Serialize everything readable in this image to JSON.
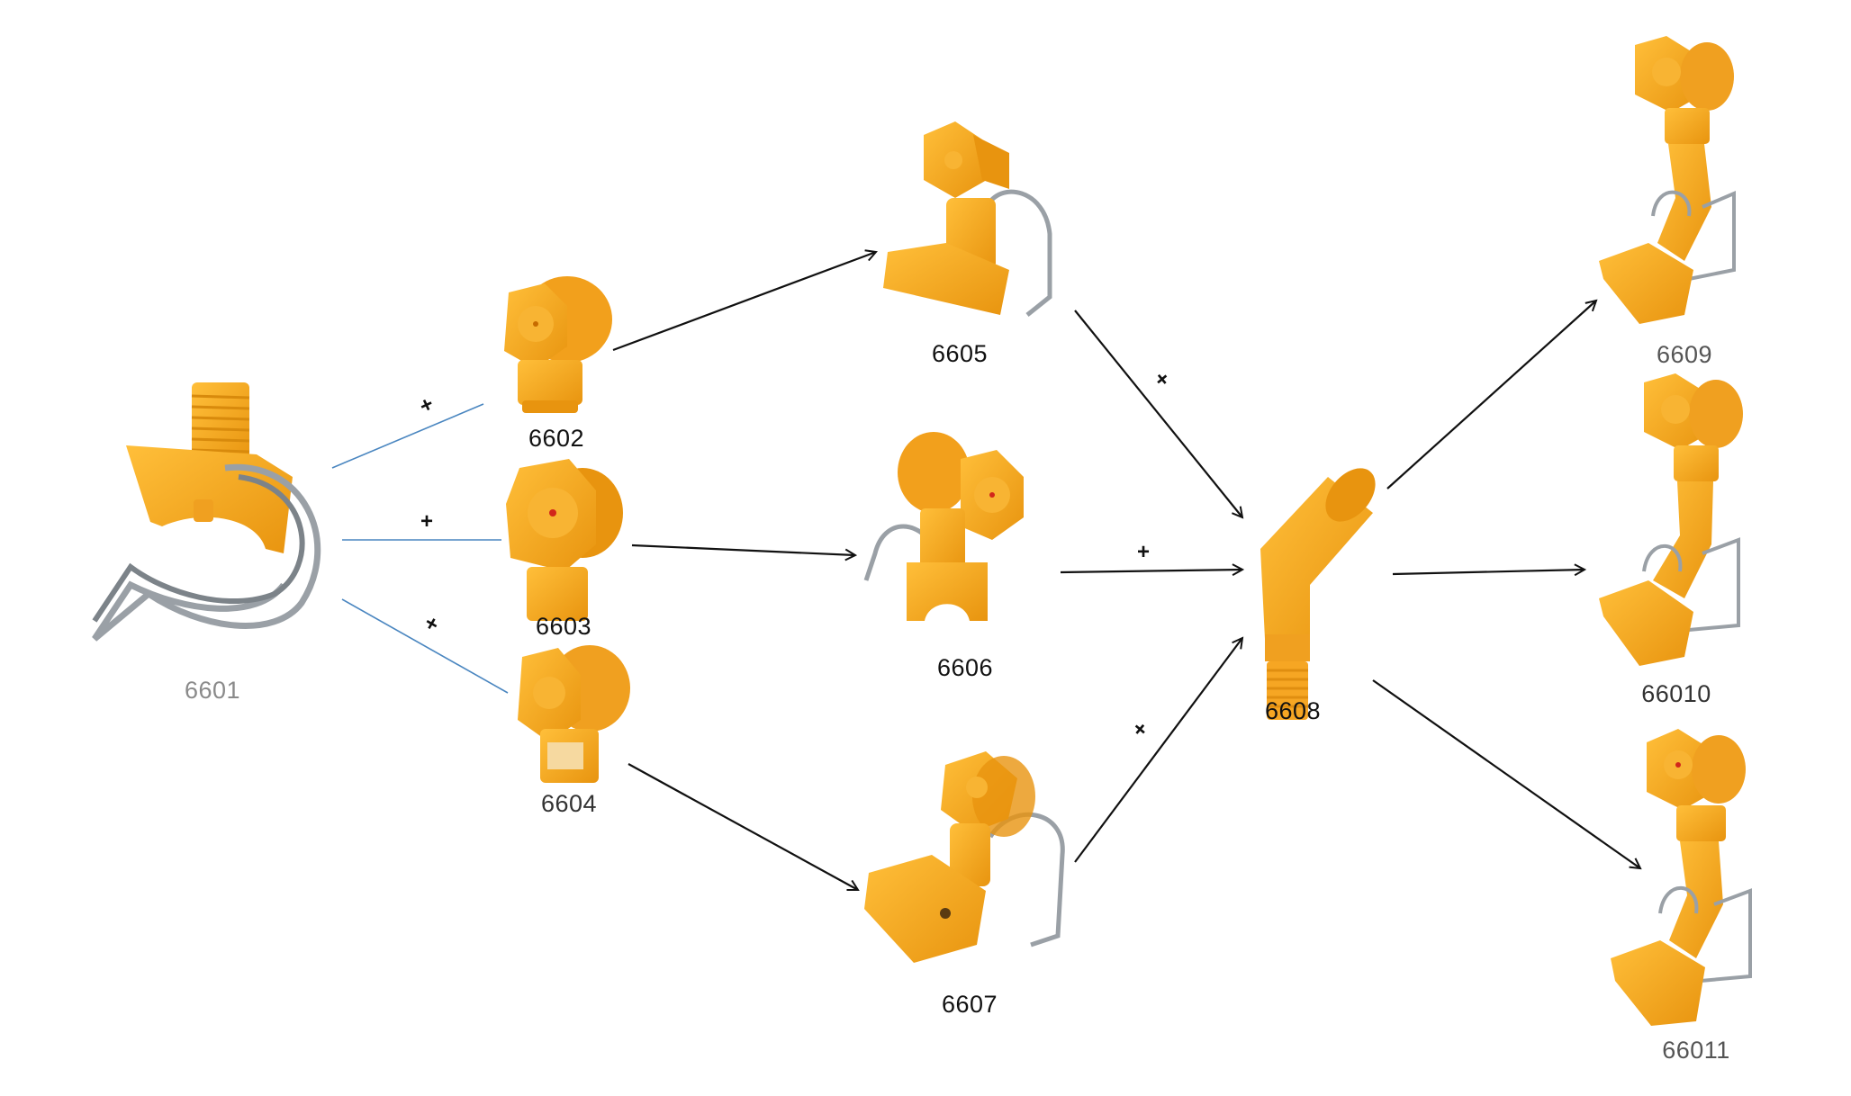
{
  "diagram": {
    "parts": [
      {
        "id": "6601",
        "label": "6601",
        "faded": true
      },
      {
        "id": "6602",
        "label": "6602",
        "faded": false
      },
      {
        "id": "6603",
        "label": "6603",
        "faded": false
      },
      {
        "id": "6604",
        "label": "6604",
        "faded": true
      },
      {
        "id": "6605",
        "label": "6605",
        "faded": false
      },
      {
        "id": "6606",
        "label": "6606",
        "faded": false
      },
      {
        "id": "6607",
        "label": "6607",
        "faded": false
      },
      {
        "id": "6608",
        "label": "6608",
        "faded": false
      },
      {
        "id": "6609",
        "label": "6609",
        "faded": true
      },
      {
        "id": "66010",
        "label": "66010",
        "faded": true
      },
      {
        "id": "66011",
        "label": "66011",
        "faded": true
      }
    ],
    "connections": [
      {
        "from": "6601",
        "to": "6602",
        "symbol": "+",
        "style": "blue-line"
      },
      {
        "from": "6601",
        "to": "6603",
        "symbol": "+",
        "style": "blue-line"
      },
      {
        "from": "6601",
        "to": "6604",
        "symbol": "+",
        "style": "blue-line"
      },
      {
        "from": "6602",
        "to": "6605",
        "symbol": "",
        "style": "arrow"
      },
      {
        "from": "6603",
        "to": "6606",
        "symbol": "",
        "style": "arrow"
      },
      {
        "from": "6604",
        "to": "6607",
        "symbol": "",
        "style": "arrow"
      },
      {
        "from": "6605",
        "to": "6608",
        "symbol": "+",
        "style": "arrow"
      },
      {
        "from": "6606",
        "to": "6608",
        "symbol": "+",
        "style": "arrow"
      },
      {
        "from": "6607",
        "to": "6608",
        "symbol": "+",
        "style": "arrow"
      },
      {
        "from": "6608",
        "to": "6609",
        "symbol": "",
        "style": "arrow"
      },
      {
        "from": "6608",
        "to": "66010",
        "symbol": "",
        "style": "arrow"
      },
      {
        "from": "6608",
        "to": "66011",
        "symbol": "",
        "style": "arrow"
      }
    ],
    "colors": {
      "part": "#f6a623",
      "part_shade": "#e08e10",
      "wire": "#9aa0a6",
      "connector_blue": "#4a86c0",
      "arrow": "#111111"
    }
  }
}
